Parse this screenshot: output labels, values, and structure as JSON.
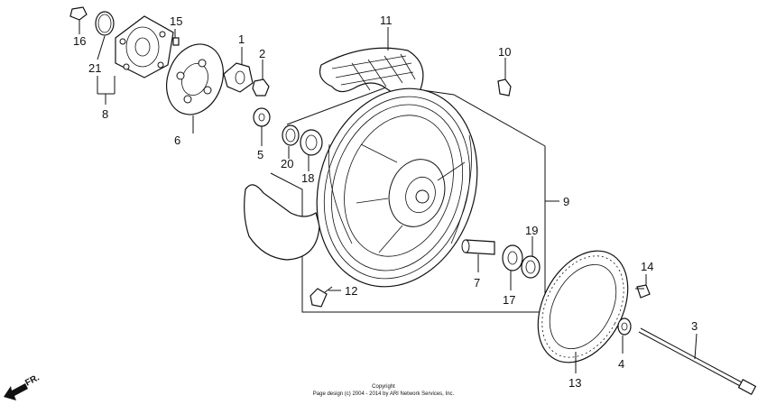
{
  "callouts": [
    "1",
    "2",
    "3",
    "4",
    "5",
    "6",
    "7",
    "8",
    "9",
    "10",
    "11",
    "12",
    "13",
    "14",
    "15",
    "16",
    "17",
    "18",
    "19",
    "20",
    "21"
  ],
  "direction_label": "FR.",
  "copyright": {
    "line1": "Copyright",
    "line2": "Page design (c) 2004 - 2014 by ARI Network Services, Inc."
  }
}
